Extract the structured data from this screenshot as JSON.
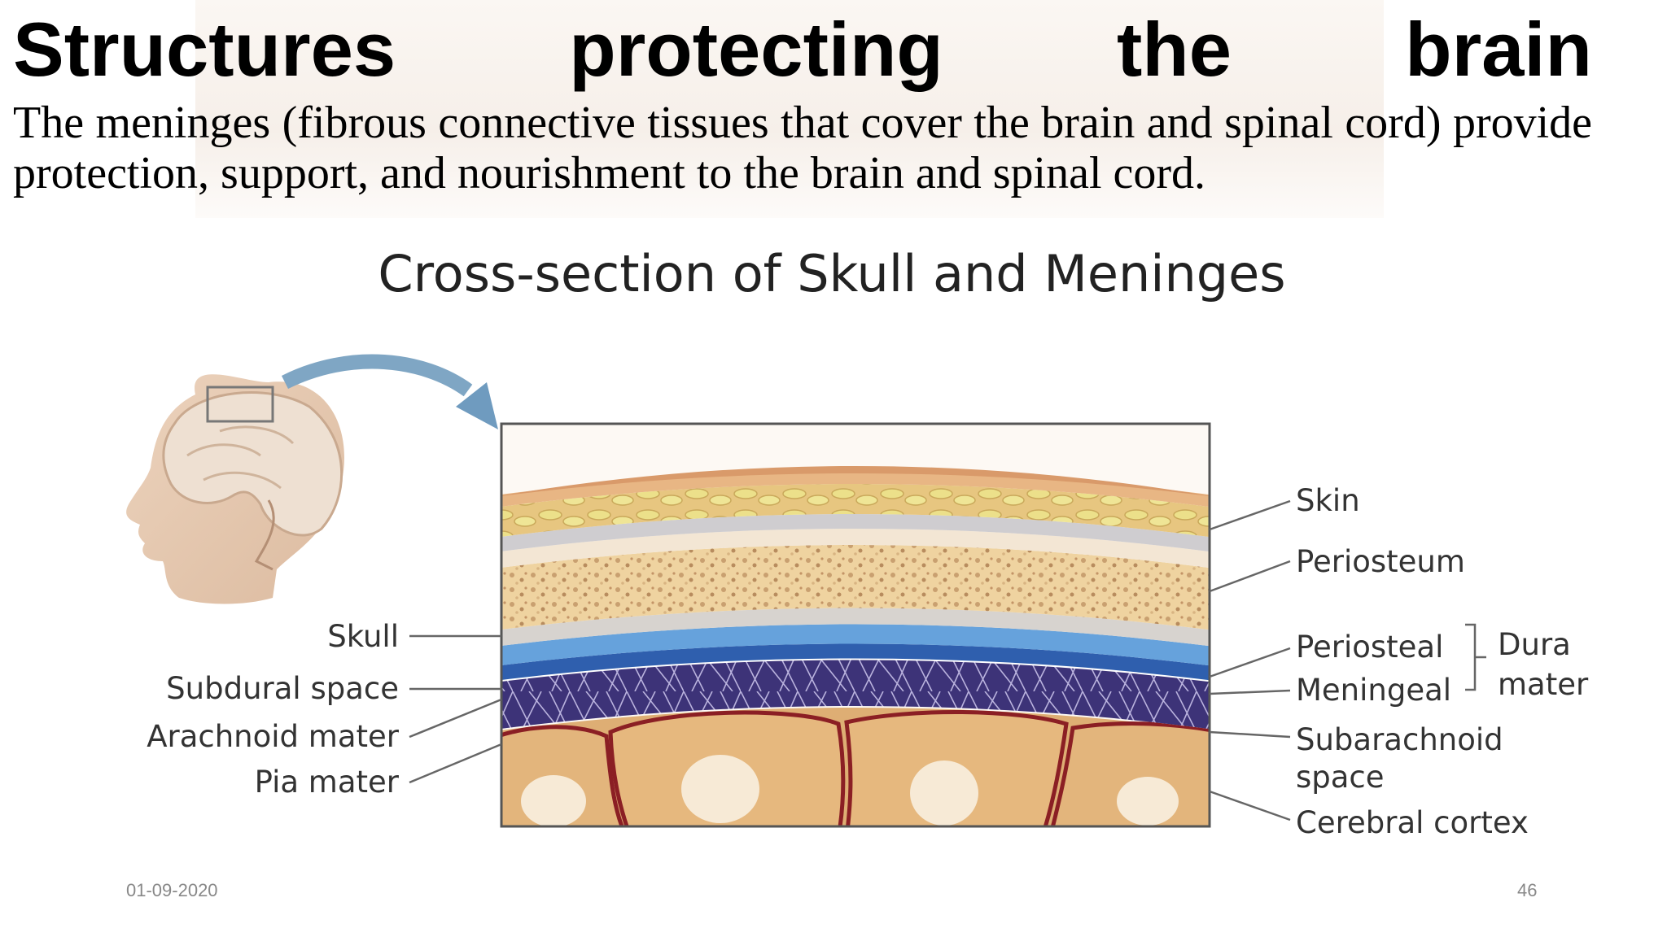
{
  "slide": {
    "title_words": [
      "Structures",
      "protecting",
      "the",
      "brain"
    ],
    "body": "The meninges (fibrous connective tissues that cover the brain and spinal cord) provide protection, support, and nourishment to the brain and spinal cord."
  },
  "diagram": {
    "title": "Cross-section of Skull and Meninges",
    "left_labels": {
      "skull": "Skull",
      "subdural": "Subdural space",
      "arachnoid": "Arachnoid mater",
      "pia": "Pia mater"
    },
    "right_labels": {
      "skin": "Skin",
      "periosteum": "Periosteum",
      "periosteal": "Periosteal",
      "meningeal": "Meningeal",
      "dura_line1": "Dura",
      "dura_line2": "mater",
      "subarachnoid_line1": "Subarachnoid",
      "subarachnoid_line2": "space",
      "cortex": "Cerebral cortex"
    }
  },
  "footer": {
    "date": "01-09-2020",
    "page": "46"
  }
}
